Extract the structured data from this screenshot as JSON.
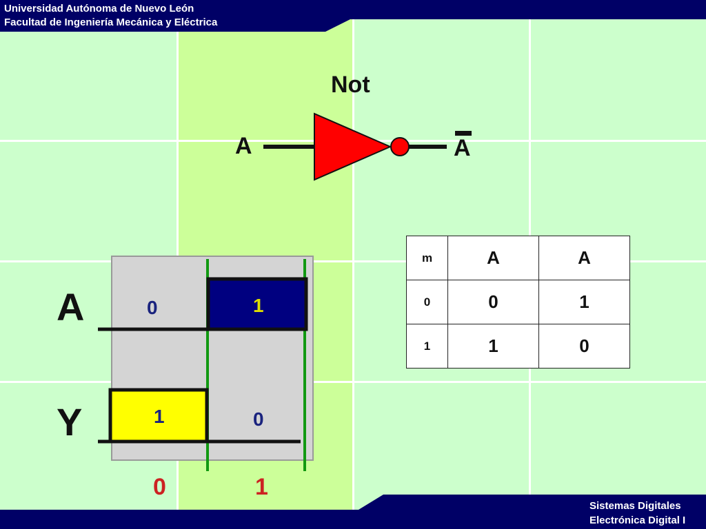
{
  "header": {
    "line1": "Universidad Autónoma de Nuevo León",
    "line2": "Facultad de Ingeniería Mecánica y Eléctrica"
  },
  "footer": {
    "line1": "Sistemas Digitales",
    "line2": "Electrónica Digital I"
  },
  "gate": {
    "title": "Not",
    "input_label": "A",
    "output_label": "A"
  },
  "truth_table": {
    "headers": [
      "m",
      "A",
      "A"
    ],
    "rows": [
      [
        "0",
        "0",
        "1"
      ],
      [
        "1",
        "1",
        "0"
      ]
    ]
  },
  "timing": {
    "signal_a": "A",
    "signal_y": "Y",
    "a_values": [
      "0",
      "1"
    ],
    "y_values": [
      "1",
      "0"
    ],
    "x_labels": [
      "0",
      "1"
    ]
  },
  "colors": {
    "header_bg": "#000066",
    "gate_fill": "#ff0000",
    "a_high_fill": "#000080",
    "y_high_fill": "#ffff00",
    "x_label_color": "#cc2222"
  }
}
